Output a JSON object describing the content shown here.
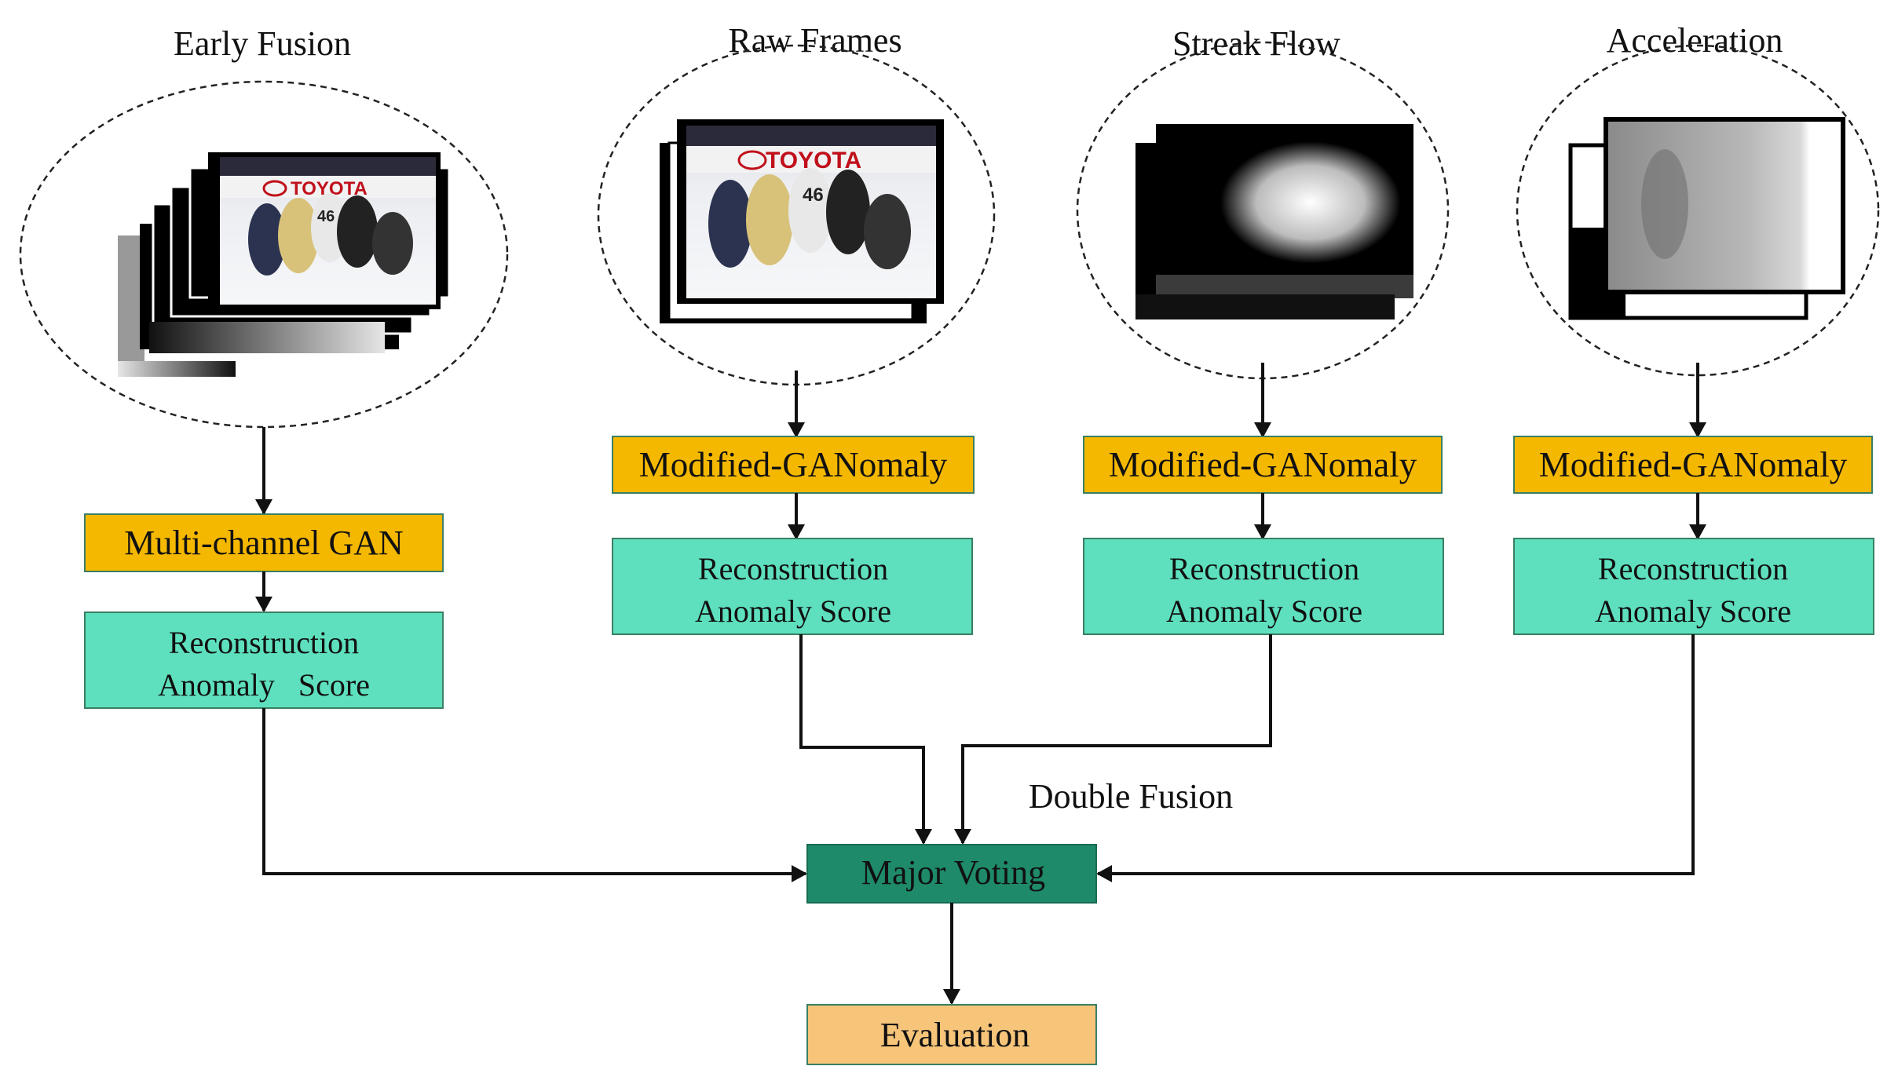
{
  "columns": {
    "early_fusion": {
      "title": "Early Fusion",
      "model": "Multi-channel GAN",
      "score_line1": "Reconstruction",
      "score_line2": "Anomaly   Score"
    },
    "raw_frames": {
      "title": "Raw Frames",
      "model": "Modified-GANomaly",
      "score_line1": "Reconstruction",
      "score_line2": "Anomaly Score"
    },
    "streak_flow": {
      "title": "Streak Flow",
      "model": "Modified-GANomaly",
      "score_line1": "Reconstruction",
      "score_line2": "Anomaly Score"
    },
    "acceleration": {
      "title": "Acceleration",
      "model": "Modified-GANomaly",
      "score_line1": "Reconstruction",
      "score_line2": "Anomaly Score"
    }
  },
  "fusion": {
    "label": "Double Fusion",
    "voting": "Major Voting",
    "evaluation": "Evaluation"
  },
  "thumbnail_text": {
    "logo": "TOYOTA",
    "jersey": "46"
  },
  "colors": {
    "model_box": "#F5B800",
    "score_box": "#5EE0BE",
    "voting_box": "#1E8A6A",
    "evaluation_box": "#F6C57A",
    "box_stroke": "#3A7F63",
    "arrow": "#111111"
  }
}
